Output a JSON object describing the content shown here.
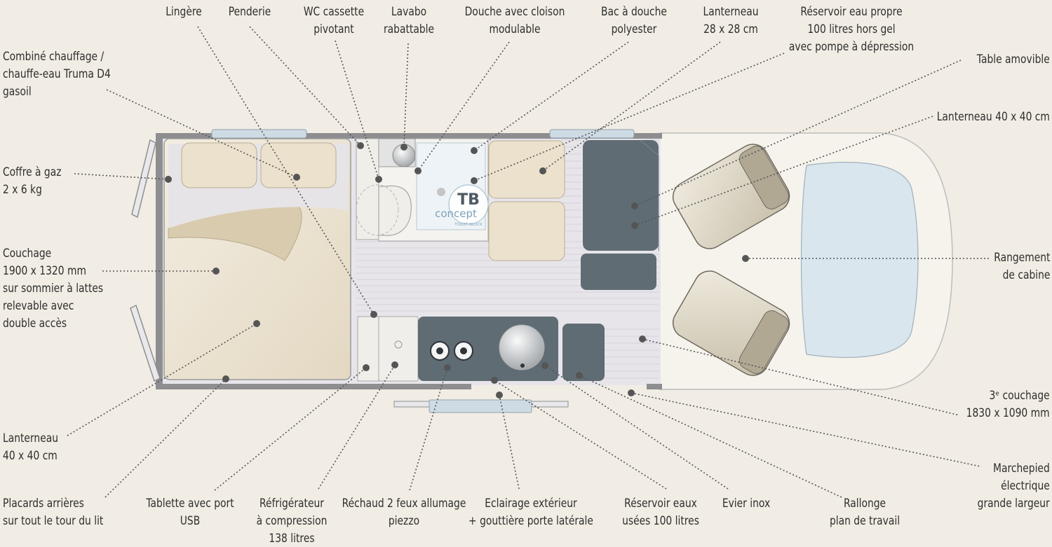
{
  "colors": {
    "background": "#f1ede4",
    "wall": "#8e8e91",
    "floor": "#e7e5ea",
    "dark_furniture": "#5f6c74",
    "cushion": "#ece1cc",
    "bed": "#efe7d8",
    "shower": "#edf3f6",
    "windscreen": "#d9e6ee",
    "leader_line": "#555555"
  },
  "shower_logo": {
    "mark": "TB",
    "name": "concept",
    "tagline": "TOILET BLOCK"
  },
  "labels": [
    {
      "id": "lingere",
      "lines": [
        "Lingère"
      ]
    },
    {
      "id": "penderie",
      "lines": [
        "Penderie"
      ]
    },
    {
      "id": "wc",
      "lines": [
        "WC cassette",
        "pivotant"
      ]
    },
    {
      "id": "lavabo",
      "lines": [
        "Lavabo",
        "rabattable"
      ]
    },
    {
      "id": "douche",
      "lines": [
        "Douche avec cloison",
        "modulable"
      ]
    },
    {
      "id": "bac-douche",
      "lines": [
        "Bac à douche",
        "polyester"
      ]
    },
    {
      "id": "lanterneau-28",
      "lines": [
        "Lanterneau",
        "28 x 28 cm"
      ]
    },
    {
      "id": "reservoir-propre",
      "lines": [
        "Réservoir eau propre",
        "100 litres hors gel",
        "avec pompe à dépression"
      ]
    },
    {
      "id": "table",
      "lines": [
        "Table amovible"
      ]
    },
    {
      "id": "lanterneau-40-top",
      "lines": [
        "Lanterneau 40 x 40 cm"
      ]
    },
    {
      "id": "combine",
      "lines": [
        "Combiné chauffage /",
        "chauffe-eau Truma D4",
        "gasoil"
      ]
    },
    {
      "id": "coffre-gaz",
      "lines": [
        "Coffre à gaz",
        "2 x 6 kg"
      ]
    },
    {
      "id": "couchage",
      "lines": [
        "Couchage",
        "1900 x 1320 mm",
        "sur sommier à lattes",
        "relevable avec",
        "double accès"
      ]
    },
    {
      "id": "rangement",
      "lines": [
        "Rangement",
        "de cabine"
      ]
    },
    {
      "id": "couchage-3",
      "lines": [
        "3ᵉ couchage",
        "1830 x 1090 mm"
      ]
    },
    {
      "id": "lanterneau-40-left",
      "lines": [
        "Lanterneau",
        "40 x 40 cm"
      ]
    },
    {
      "id": "marchepied",
      "lines": [
        "Marchepied",
        "électrique",
        "grande largeur"
      ]
    },
    {
      "id": "placards",
      "lines": [
        "Placards arrières",
        "sur tout le tour du lit"
      ]
    },
    {
      "id": "tablette",
      "lines": [
        "Tablette avec port",
        "USB"
      ]
    },
    {
      "id": "refrigerateur",
      "lines": [
        "Réfrigérateur",
        "à compression",
        "138 litres"
      ]
    },
    {
      "id": "rechaud",
      "lines": [
        "Réchaud 2 feux allumage",
        "piezzo"
      ]
    },
    {
      "id": "eclairage",
      "lines": [
        "Eclairage extérieur",
        "+ gouttière porte latérale"
      ]
    },
    {
      "id": "reservoir-usees",
      "lines": [
        "Réservoir eaux",
        "usées 100 litres"
      ]
    },
    {
      "id": "evier",
      "lines": [
        "Evier inox"
      ]
    },
    {
      "id": "rallonge",
      "lines": [
        "Rallonge",
        "plan de travail"
      ]
    }
  ]
}
